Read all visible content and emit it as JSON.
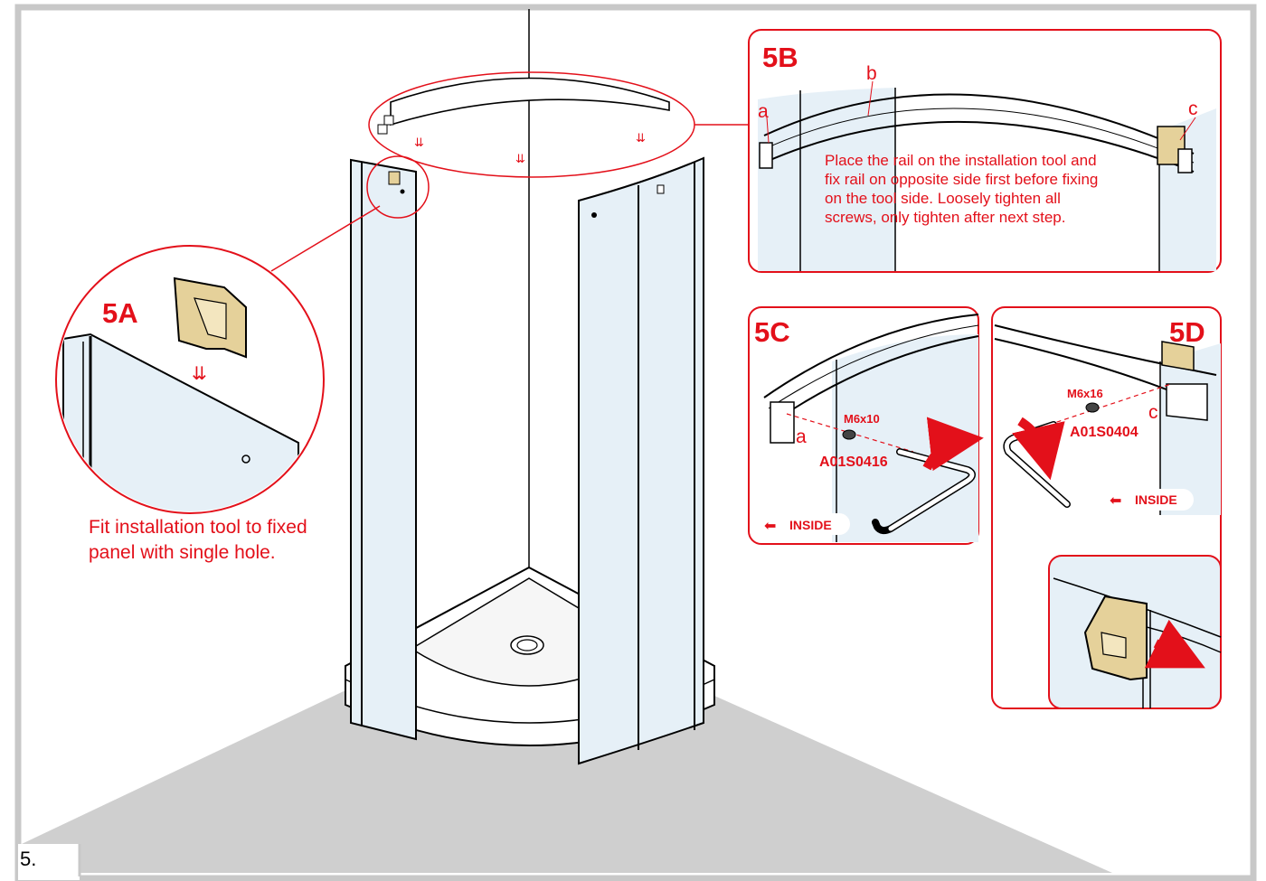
{
  "step_number": "5.",
  "detail_labels": {
    "a5": "5A",
    "b5": "5B",
    "c5": "5C",
    "d5": "5D"
  },
  "captions": {
    "fit_tool": "Fit installation tool to fixed panel with single hole.",
    "rail_instructions": "Place the rail on the installation tool and fix rail on opposite side first before fixing on the tool side. Loosely tighten all screws, only tighten after next step."
  },
  "part_letters": {
    "a": "a",
    "b": "b",
    "c": "c"
  },
  "screws": {
    "c5_size": "M6x10",
    "c5_code": "A01S0416",
    "d5_size": "M6x16",
    "d5_code": "A01S0404"
  },
  "inside_label": "INSIDE",
  "colors": {
    "accent_red": "#e3101a",
    "glass_blue": "#e6f0f7",
    "floor_gray": "#cfcfcf",
    "border_gray": "#c8c8c8",
    "tool_gold": "#e5d19a"
  }
}
